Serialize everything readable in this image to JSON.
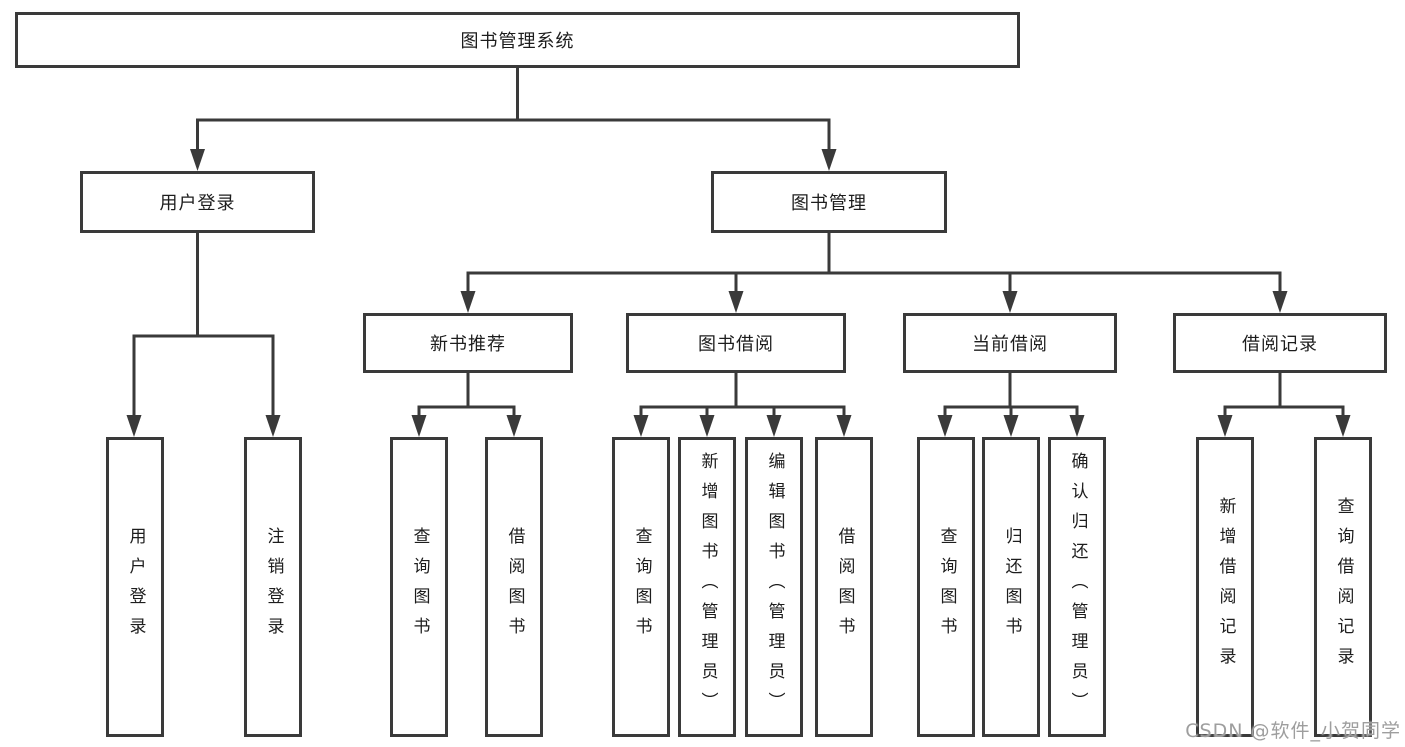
{
  "diagram": {
    "root": {
      "label": "图书管理系统"
    },
    "children": [
      {
        "label": "用户登录",
        "children": [
          {
            "label": "用户登录"
          },
          {
            "label": "注销登录"
          }
        ]
      },
      {
        "label": "图书管理",
        "children": [
          {
            "label": "新书推荐",
            "children": [
              {
                "label": "查询图书"
              },
              {
                "label": "借阅图书"
              }
            ]
          },
          {
            "label": "图书借阅",
            "children": [
              {
                "label": "查询图书"
              },
              {
                "label": "新增图书（管理员）"
              },
              {
                "label": "编辑图书（管理员）"
              },
              {
                "label": "借阅图书"
              }
            ]
          },
          {
            "label": "当前借阅",
            "children": [
              {
                "label": "查询图书"
              },
              {
                "label": "归还图书"
              },
              {
                "label": "确认归还（管理员）"
              }
            ]
          },
          {
            "label": "借阅记录",
            "children": [
              {
                "label": "新增借阅记录"
              },
              {
                "label": "查询借阅记录"
              }
            ]
          }
        ]
      }
    ]
  },
  "watermark": "CSDN @软件_小贺同学",
  "colors": {
    "line": "#3a3a3a",
    "text": "#1d1d1d",
    "background": "#ffffff",
    "watermark": "#9e9e9e"
  }
}
